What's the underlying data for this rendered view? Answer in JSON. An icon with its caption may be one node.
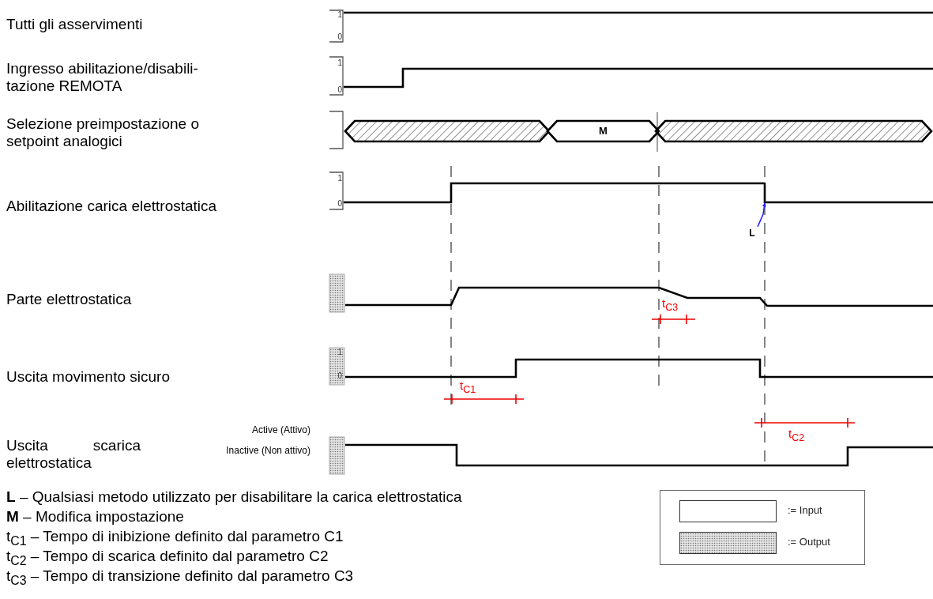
{
  "diagram": {
    "nodes": [
      {
        "text": [],
        "shape": "hexagon"
      },
      {
        "text": [
          "M"
        ]
      },
      {
        "text": [],
        "shape": "hexagon"
      },
      {
        "text": [
          "L"
        ]
      },
      {
        "text": [],
        "shape": "line"
      }
    ],
    "edges": [
      {
        "from": 3,
        "to": 4,
        "arrow": "to",
        "color": "#1a1aff"
      }
    ],
    "labels": [
      "Tutti gli asservimenti",
      "1",
      "0",
      "Ingresso abilitazione/disabili- tazione REMOTA",
      "1",
      "0",
      "Selezione preimpostazione o setpoint analogici",
      "Abilitazione carica elettrostatica",
      "1",
      "0",
      "Parte elettrostatica",
      "t$_{C3}$",
      "Uscita movimento sicuro",
      "1",
      "0",
      "t$_{C1}$",
      "Uscita scarica elettrostatica",
      "Active (Attivo)",
      "t$_{C2}$",
      "Inactive (Non attivo)",
      "**L** – Qualsiasi metodo utilizzato per disabilitare la carica elettrostatica",
      "**M** – Modifica impostazione",
      "t$_{C1}$ – Tempo di inibizione definito dal parametro C1",
      "t$_{C2}$ – Tempo di scarica definito dal parametro C2",
      "t$_{C3}$ – Tempo di transizione definito dal parametro C3"
    ],
    "legend": [
      {
        "text": ":= Input"
      },
      {
        "text": ":= Output"
      }
    ]
  }
}
